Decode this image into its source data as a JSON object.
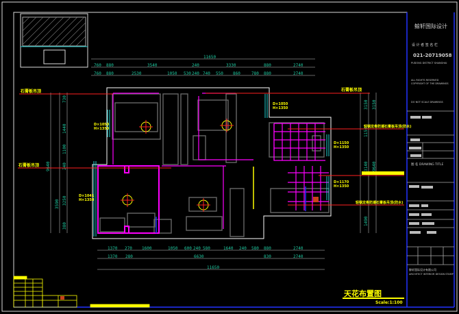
{
  "title_block": {
    "company": "鲸轩国际设计",
    "signature_row": "设 计 者    签 名 栏",
    "phone": "021-20719058",
    "address_lines": [
      "PUDONG DISTRICT SHANGHAI",
      "ALL RIGHTS RESERVED",
      "COPYRIGHT OF THE DRAWINGS",
      "DO NOT SCALE DRAWINGS"
    ],
    "drawing_title_label": "图 名  DRAWING TITLE",
    "footer_cn": "鲸轩国际设计有限公司",
    "footer_en": "ARCHITECT INTERIOR DESIGN STAMP"
  },
  "drawing": {
    "title": "天花布置图",
    "scale": "Scale:1:100",
    "ceiling_labels": {
      "left_top": "石膏板吊顶",
      "left_mid": "石膏板吊顶",
      "right_top": "石膏板吊顶",
      "right_mid": "轻钢龙骨防潮石膏板吊顶(防水)",
      "right_low": "轻钢龙骨防潮石膏板吊顶(防水)"
    },
    "window_tags": [
      {
        "d": "D×1050",
        "h": "H×1350"
      },
      {
        "d": "D×1041",
        "h": "H×1350"
      },
      {
        "d": "D×1050",
        "h": "H×1350"
      },
      {
        "d": "D×1150",
        "h": "H×1350"
      },
      {
        "d": "D×1170",
        "h": "H×1350"
      }
    ],
    "dims_top_total": "11650",
    "dims_top_row2": [
      "760",
      "880",
      "3540",
      "240",
      "3330",
      "880",
      "2740"
    ],
    "dims_top_row3": [
      "760",
      "880",
      "2530",
      "1050",
      "530",
      "240",
      "740",
      "550",
      "860",
      "780",
      "880",
      "2740"
    ],
    "dims_bottom_row1": [
      "1370",
      "270",
      "1600",
      "1050",
      "600",
      "240",
      "580",
      "1640",
      "240",
      "580",
      "880",
      "2740"
    ],
    "dims_bottom_row2": [
      "1370",
      "280",
      "6630",
      "830",
      "2740"
    ],
    "dims_bottom_total": "11650",
    "dims_left": [
      "730",
      "1440",
      "1100",
      "240",
      "3250",
      "380",
      "3590",
      "9640"
    ],
    "dims_right": [
      "3150",
      "3150",
      "1150",
      "3140",
      "1490",
      "9640"
    ]
  }
}
